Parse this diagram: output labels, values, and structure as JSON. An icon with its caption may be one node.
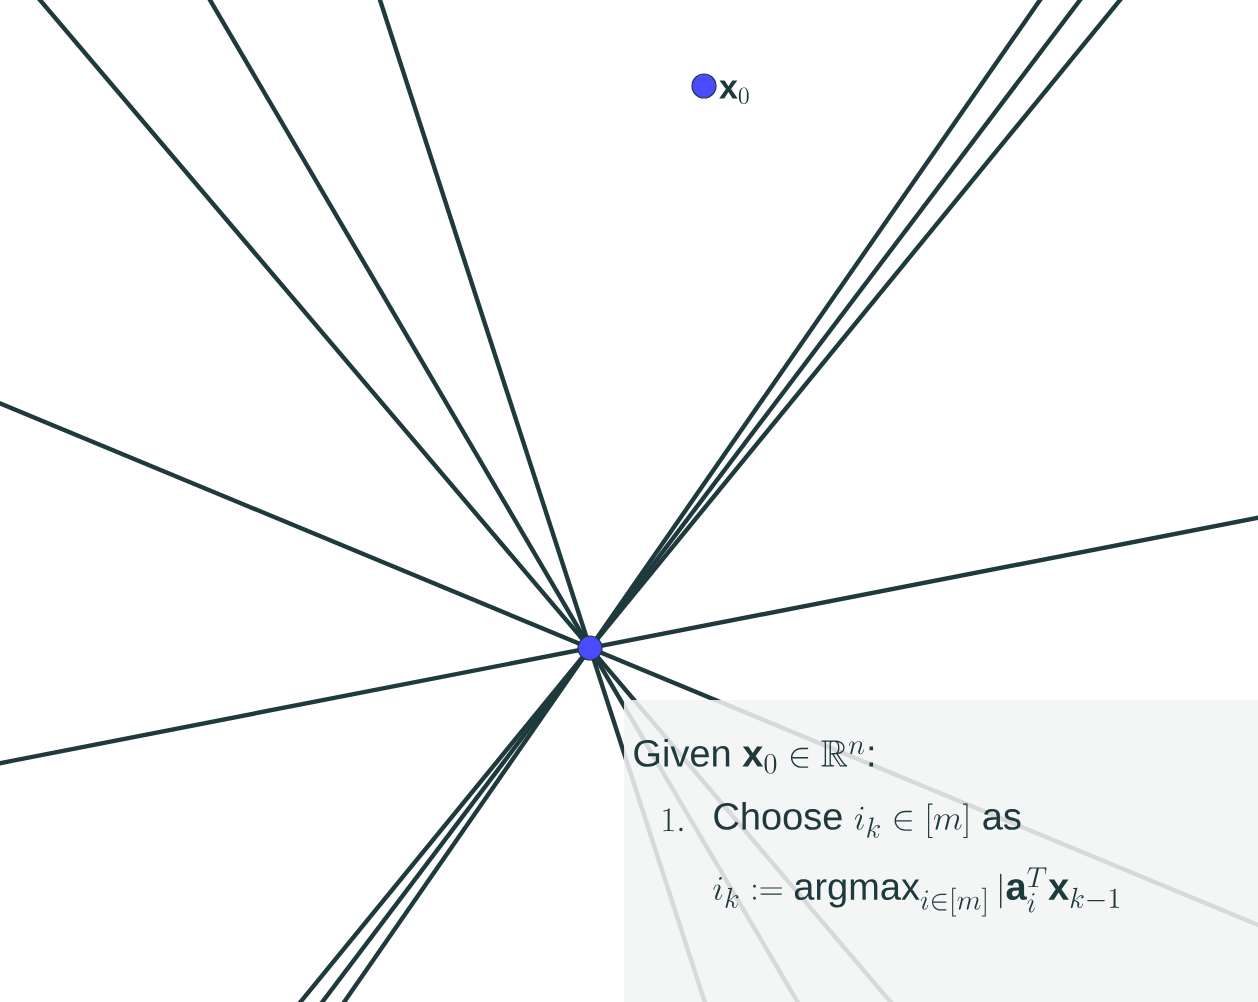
{
  "diagram": {
    "nodes": [
      {
        "text": [],
        "shape": "circle",
        "beside": [
          "\\mathbf{x}_0"
        ]
      },
      {
        "text": [],
        "shape": "circle"
      }
    ],
    "labels": [
      "\\text{Given } \\mathbf{x}_0 \\in \\mathbb{R}^n\\text{:}",
      "1.",
      "\\text{Choose } i_k \\in [m] \\text{ as}",
      "i_k := \\operatorname*{argmax}_{i\\in[m]} |\\mathbf{a}_i^T \\mathbf{x}_{k-1}"
    ]
  }
}
